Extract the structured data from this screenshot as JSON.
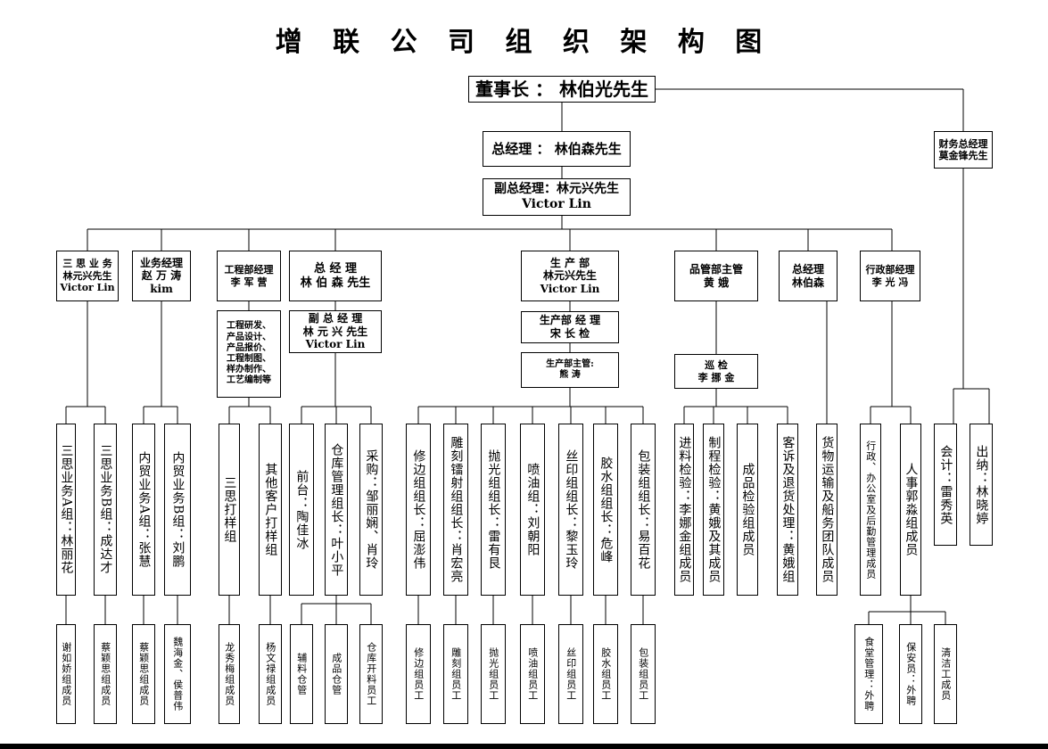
{
  "title": "增 联 公 司 组 织 架 构 图",
  "nodes": [
    {
      "id": "chairman",
      "text": "董事长 ： 林伯光先生"
    },
    {
      "id": "gm-top",
      "text": "总经理 ： 林伯森先生"
    },
    {
      "id": "deputy-gm",
      "text": "副总经理：林元兴先生\nVictor Lin"
    },
    {
      "id": "finance-gm",
      "text": "财务总经理\n莫金锋先生"
    },
    {
      "id": "sansi-business",
      "text": "三 思 业 务\n林元兴先生\nVictor Lin"
    },
    {
      "id": "business-manager",
      "text": "业务经理\n赵 万 涛\nkim"
    },
    {
      "id": "engineering-manager",
      "text": "工程部经理\n李 军 营"
    },
    {
      "id": "gm-mid",
      "text": "总 经 理\n林 伯 森 先生"
    },
    {
      "id": "production-dept",
      "text": "生 产 部\n林元兴先生\nVictor Lin"
    },
    {
      "id": "qc-supervisor",
      "text": "品管部主管\n黄 娥"
    },
    {
      "id": "gm-right",
      "text": "总经理\n林伯森"
    },
    {
      "id": "admin-manager",
      "text": "行政部经理\n李 光 冯"
    },
    {
      "id": "engineering-tasks",
      "text": "工程研发、\n产品设计、\n产品报价、\n工程制图、\n样办制作、\n工艺编制等"
    },
    {
      "id": "deputy-gm-mid",
      "text": "副 总 经 理\n林 元 兴 先生\nVictor Lin"
    },
    {
      "id": "production-manager",
      "text": "生产部 经 理\n宋 长 检"
    },
    {
      "id": "production-supervisor",
      "text": "生产部主管:\n熊 涛"
    },
    {
      "id": "inspection",
      "text": "巡 检\n李 挪 金"
    },
    {
      "id": "sansi-a",
      "text": "三思业务A组：林丽花"
    },
    {
      "id": "sansi-b",
      "text": "三思业务B组：成达才"
    },
    {
      "id": "domestic-a",
      "text": "内贸业务A组：张慧"
    },
    {
      "id": "domestic-b",
      "text": "内贸业务B组：刘鹏"
    },
    {
      "id": "sansi-sample",
      "text": "三思打样组"
    },
    {
      "id": "other-sample",
      "text": "其他客户打样组"
    },
    {
      "id": "reception",
      "text": "前台：陶佳冰"
    },
    {
      "id": "warehouse-lead",
      "text": "仓库管理组长：叶小平"
    },
    {
      "id": "purchasing",
      "text": "采购：邹丽娴、肖玲"
    },
    {
      "id": "trimming-lead",
      "text": "修边组组长：屈澎伟"
    },
    {
      "id": "engraving-lead",
      "text": "雕刻镭射组组长：肖宏亮"
    },
    {
      "id": "polishing-lead",
      "text": "抛光组组长：雷有艮"
    },
    {
      "id": "spraying-lead",
      "text": "喷油组：刘朝阳"
    },
    {
      "id": "printing-lead",
      "text": "丝印组组长：黎玉玲"
    },
    {
      "id": "glue-lead",
      "text": "胶水组组长：危峰"
    },
    {
      "id": "packing-lead",
      "text": "包装组组长：易百花"
    },
    {
      "id": "incoming-inspection",
      "text": "进料检验：李娜金组成员"
    },
    {
      "id": "process-inspection",
      "text": "制程检验：黄娥及其成员"
    },
    {
      "id": "finished-inspection",
      "text": "成品检验组成员"
    },
    {
      "id": "complaints",
      "text": "客诉及退货处理：黄娥组"
    },
    {
      "id": "shipping",
      "text": "货物运输及船务团队成员"
    },
    {
      "id": "admin-office",
      "text": "行政、办公室及后勤管理成员"
    },
    {
      "id": "hr",
      "text": "人事郭淼组成员"
    },
    {
      "id": "accounting",
      "text": "会计：雷秀英"
    },
    {
      "id": "cashier",
      "text": "出纳：林晓婷"
    },
    {
      "id": "sansi-a-members",
      "text": "谢如娇组成员"
    },
    {
      "id": "sansi-b-members",
      "text": "蔡颖思组成员"
    },
    {
      "id": "domestic-a-members",
      "text": "蔡颖思组成员"
    },
    {
      "id": "domestic-b-members",
      "text": "魏海金、侯普伟"
    },
    {
      "id": "sansi-sample-members",
      "text": "龙秀梅组成员"
    },
    {
      "id": "other-sample-members",
      "text": "杨文禄组成员"
    },
    {
      "id": "aux-storage",
      "text": "辅料仓管"
    },
    {
      "id": "finished-storage",
      "text": "成品仓管"
    },
    {
      "id": "warehouse-clerk",
      "text": "仓库开料员工"
    },
    {
      "id": "trimming-staff",
      "text": "修边组员工"
    },
    {
      "id": "engraving-staff",
      "text": "雕刻组员工"
    },
    {
      "id": "polishing-staff",
      "text": "抛光组员工"
    },
    {
      "id": "spraying-staff",
      "text": "喷油组员工"
    },
    {
      "id": "printing-staff",
      "text": "丝印组员工"
    },
    {
      "id": "glue-staff",
      "text": "胶水组员工"
    },
    {
      "id": "packing-staff",
      "text": "包装组员工"
    },
    {
      "id": "canteen",
      "text": "食堂管理：外聘"
    },
    {
      "id": "security",
      "text": "保安员：外聘"
    },
    {
      "id": "cleaning",
      "text": "清洁工成员"
    }
  ]
}
